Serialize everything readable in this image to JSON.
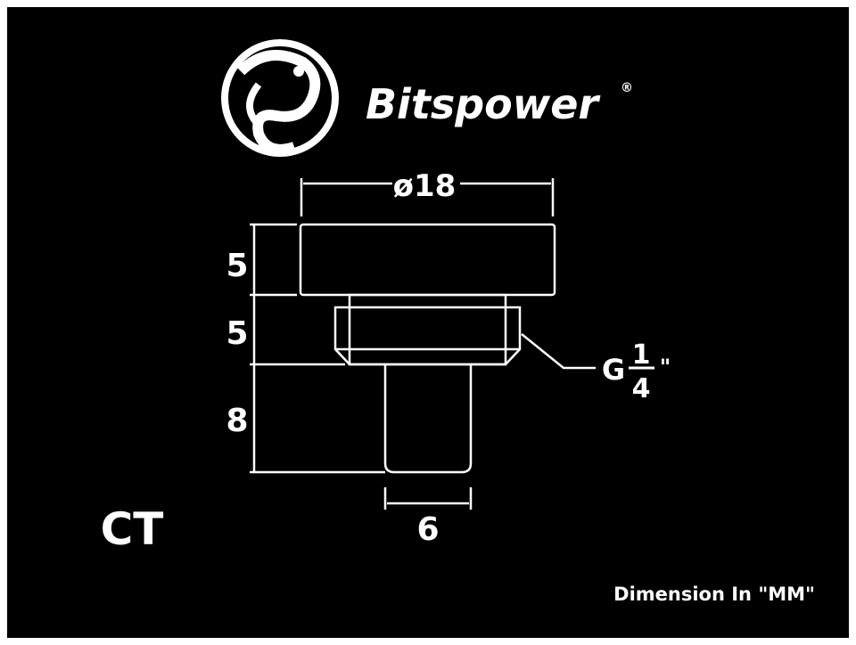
{
  "brand": {
    "name": "Bitspower",
    "registered_mark": "®"
  },
  "model": "CT",
  "dimensions": {
    "diameter": "ø18",
    "head_height": "5",
    "thread_height": "5",
    "pin_length": "8",
    "pin_diameter": "6",
    "thread_prefix": "G",
    "thread_numerator": "1",
    "thread_denominator": "4",
    "thread_unit": "\""
  },
  "footnote": "Dimension In \"MM\"",
  "colors": {
    "background": "#000000",
    "lines": "#ffffff"
  }
}
